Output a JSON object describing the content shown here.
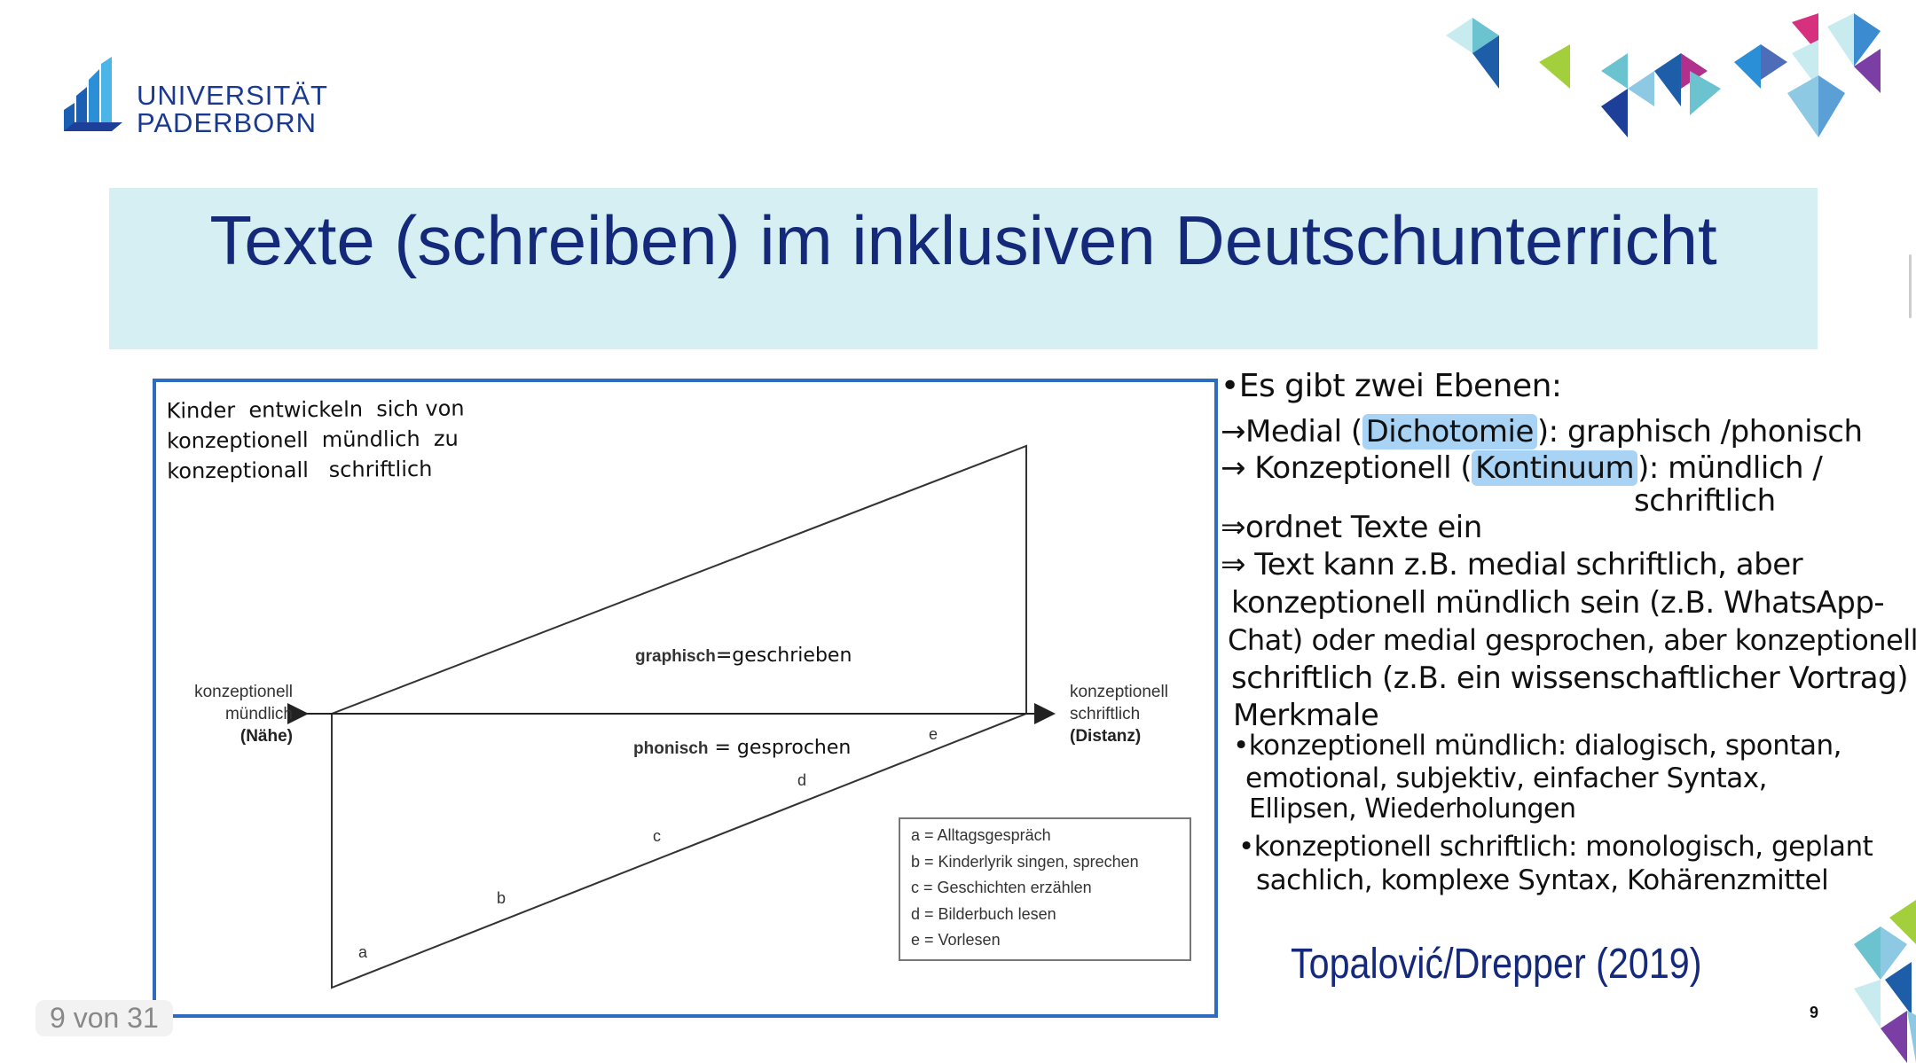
{
  "logo": {
    "line1": "UNIVERSITÄT",
    "line2": "PADERBORN",
    "icon": "university-logo-icon"
  },
  "slide": {
    "title": "Texte (schreiben) im inklusiven Deutschunterricht",
    "page_indicator": "9 von 31",
    "slide_number": "9"
  },
  "diagram": {
    "handwritten_note": "Kinder  entwickeln  sich von\nkonzeptionell  mündlich  zu\nkonzeptionall   schriftlich",
    "left_label": {
      "line1": "konzeptionell",
      "line2": "mündlich",
      "line3": "(Nähe)"
    },
    "right_label": {
      "line1": "konzeptionell",
      "line2": "schriftlich",
      "line3": "(Distanz)"
    },
    "graphisch_label": "graphisch",
    "graphisch_annot": "=geschrieben",
    "phonisch_label": "phonisch",
    "phonisch_annot": " = gesprochen",
    "points": [
      "a",
      "b",
      "c",
      "d",
      "e"
    ],
    "legend": [
      "a = Alltagsgespräch",
      "b = Kinderlyrik singen, sprechen",
      "c = Geschichten erzählen",
      "d = Bilderbuch lesen",
      "e = Vorlesen"
    ]
  },
  "notes": {
    "l1": "•Es gibt  zwei   Ebenen:",
    "l2a": "→Medial (",
    "l2b": "Dichotomie",
    "l2c": "): graphisch /phonisch",
    "l3a": "→ Konzeptionell (",
    "l3b": "Kontinuum",
    "l3c": "): mündlich /",
    "l4": "schriftlich",
    "l5": "⇒ordnet  Texte  ein",
    "l6": "⇒ Text   kann  z.B. medial  schriftlich, aber",
    "l7": "konzeptionell  mündlich  sein  (z.B. WhatsApp-",
    "l8": "Chat)  oder  medial  gesprochen,  aber  konzeptionell",
    "l9": "schriftlich  (z.B. ein  wissenschaftlicher  Vortrag)",
    "l10": "Merkmale",
    "l11": "•konzeptionell  mündlich: dialogisch, spontan,",
    "l12": "emotional, subjektiv,  einfacher  Syntax,",
    "l13": "Ellipsen, Wiederholungen",
    "l14": "•konzeptionell  schriftlich: monologisch, geplant",
    "l15": "sachlich,  komplexe  Syntax,  Kohärenzmittel"
  },
  "citation": "Topalović/Drepper (2019)",
  "colors": {
    "title_band": "#d6eff2",
    "title_text": "#14297a",
    "frame": "#2f6cc0",
    "highlight": "#a9d3f5"
  }
}
